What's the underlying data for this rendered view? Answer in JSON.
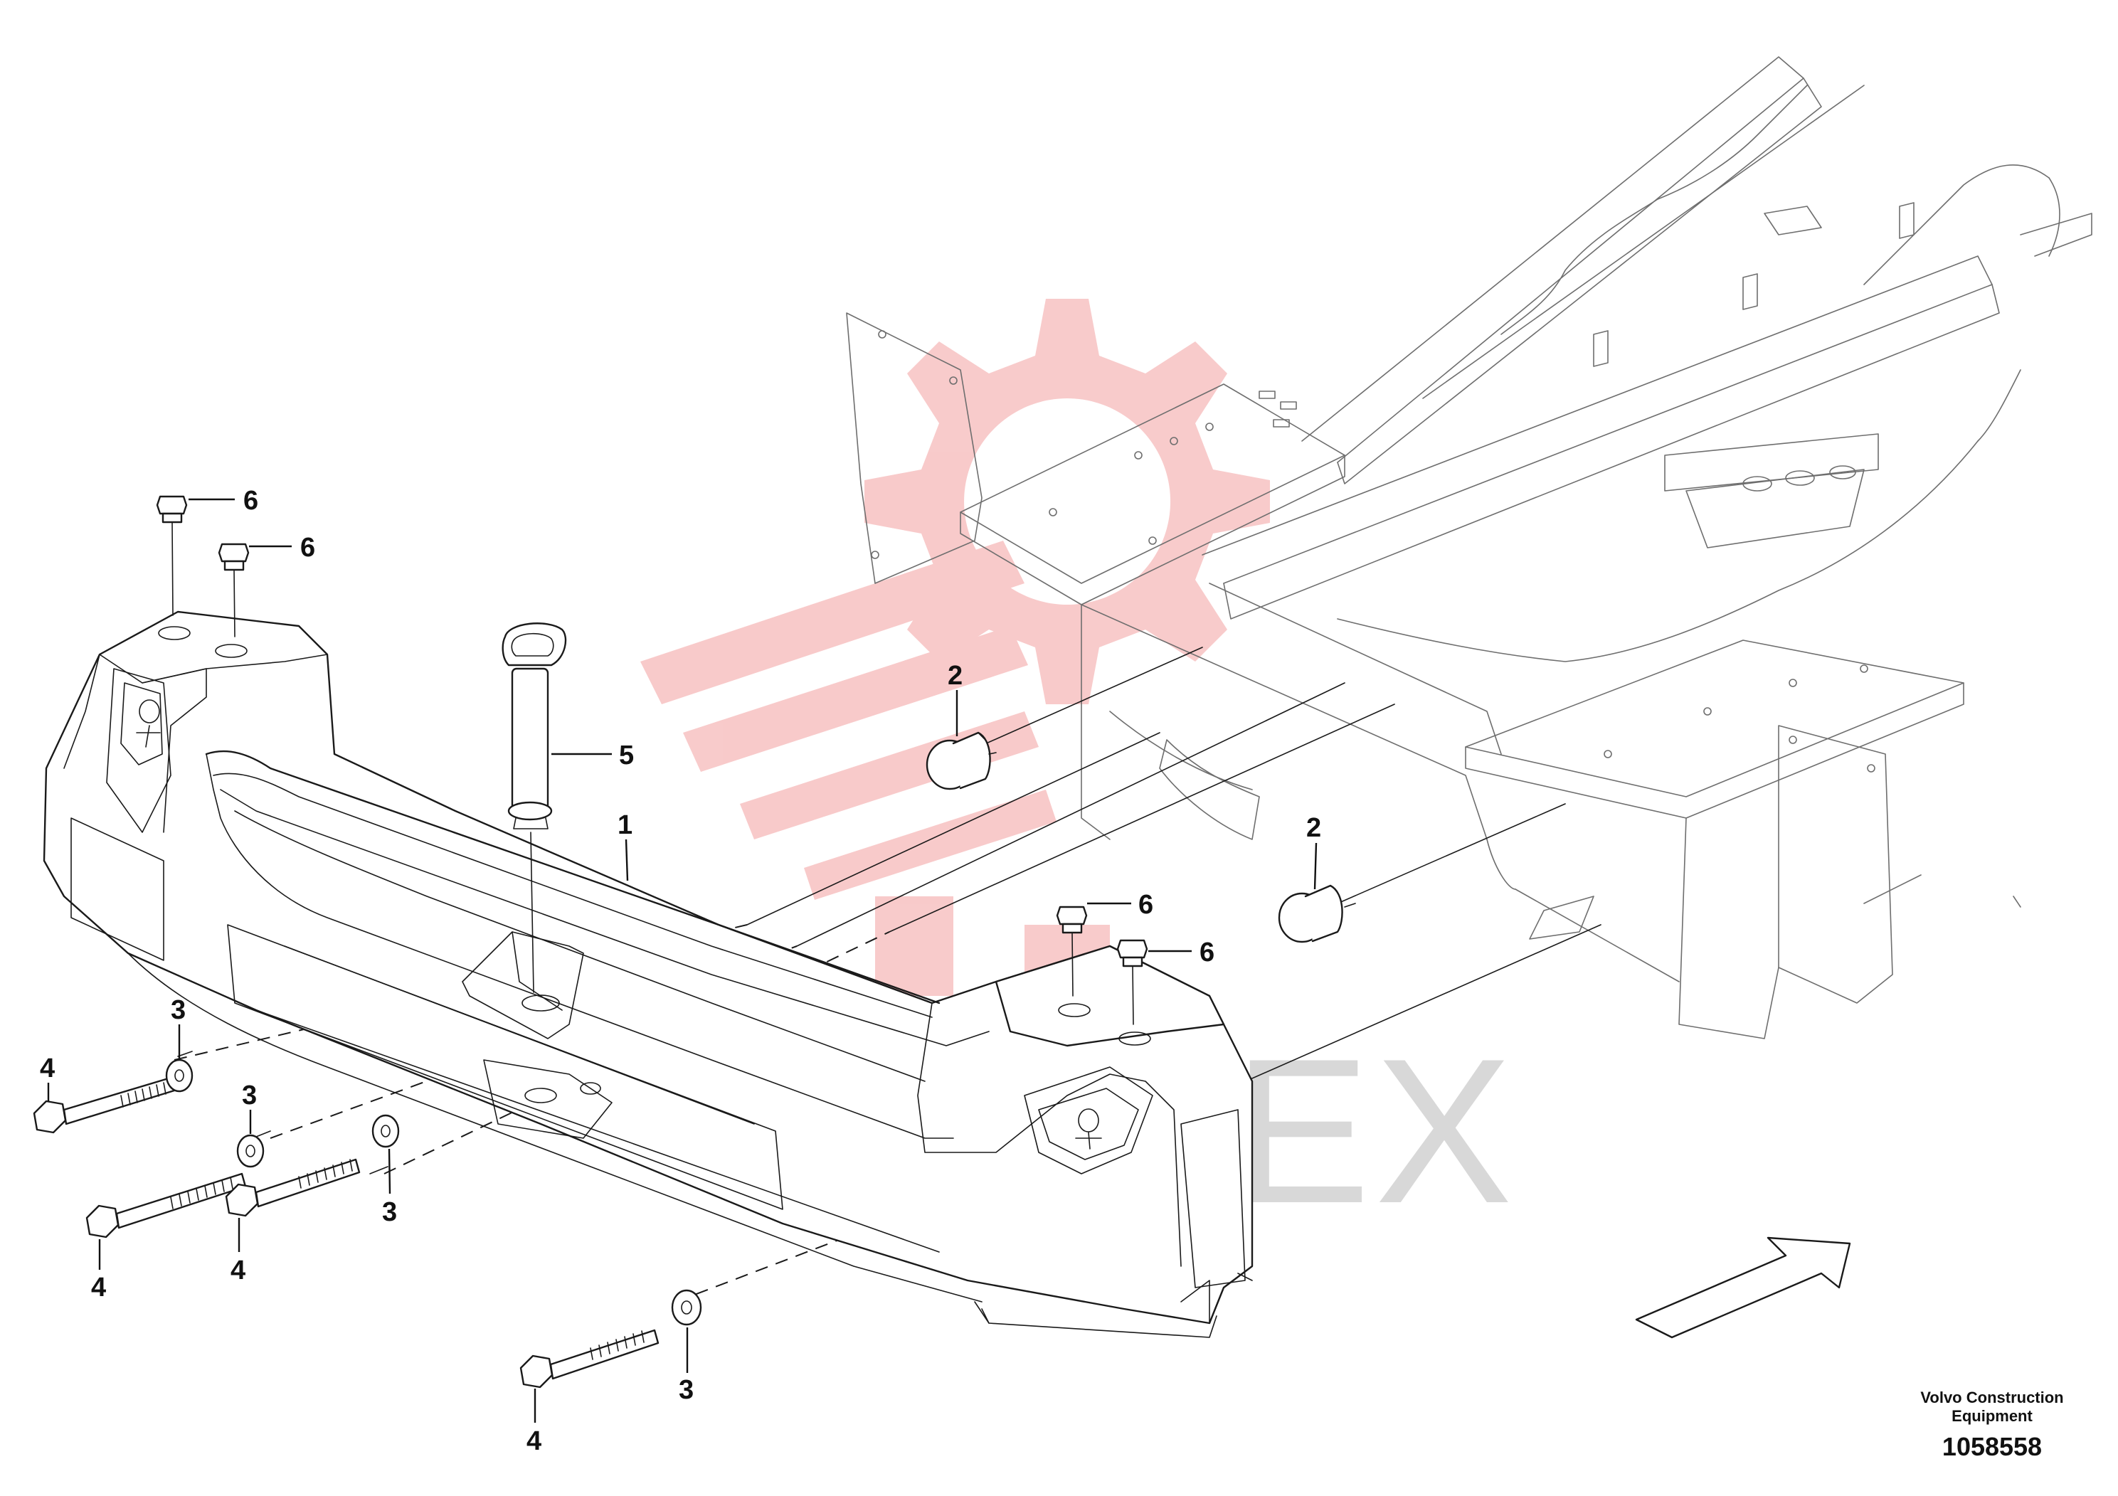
{
  "watermark": {
    "text": "ИНТЕХ",
    "logo_color": "#f3a0a0",
    "text_color": "#c8c8c8"
  },
  "callouts": [
    {
      "id": "c1",
      "label": "1"
    },
    {
      "id": "c2a",
      "label": "2"
    },
    {
      "id": "c2b",
      "label": "2"
    },
    {
      "id": "c3a",
      "label": "3"
    },
    {
      "id": "c3b",
      "label": "3"
    },
    {
      "id": "c3c",
      "label": "3"
    },
    {
      "id": "c3d",
      "label": "3"
    },
    {
      "id": "c4a",
      "label": "4"
    },
    {
      "id": "c4b",
      "label": "4"
    },
    {
      "id": "c4c",
      "label": "4"
    },
    {
      "id": "c4d",
      "label": "4"
    },
    {
      "id": "c5",
      "label": "5"
    },
    {
      "id": "c6a",
      "label": "6"
    },
    {
      "id": "c6b",
      "label": "6"
    },
    {
      "id": "c6c",
      "label": "6"
    },
    {
      "id": "c6d",
      "label": "6"
    }
  ],
  "caption": {
    "maker_line1": "Volvo Construction",
    "maker_line2": "Equipment",
    "drawing_number": "1058558"
  }
}
